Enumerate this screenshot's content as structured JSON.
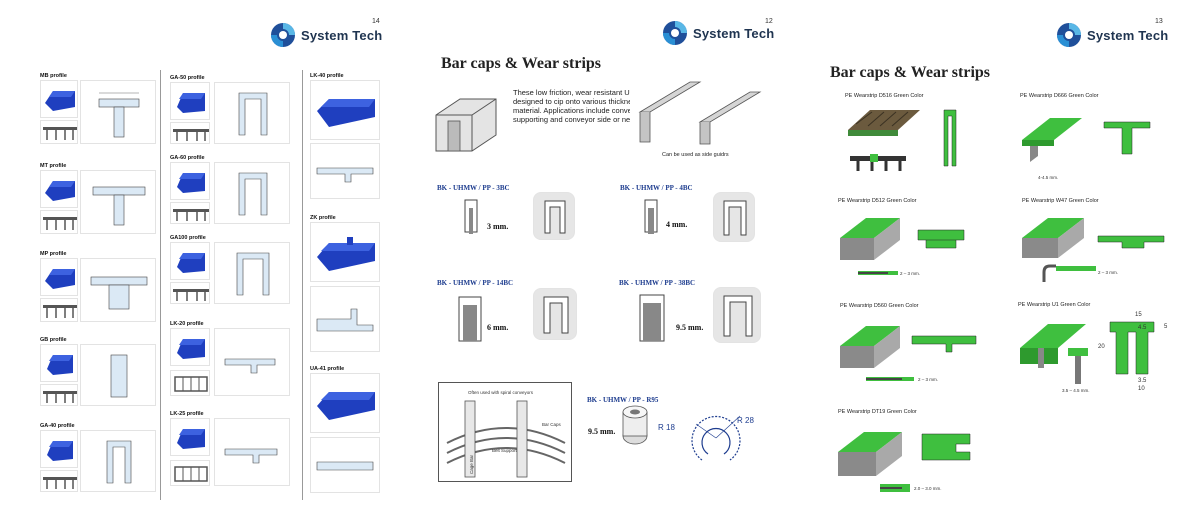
{
  "brand": {
    "name": "System Tech"
  },
  "pages": [
    {
      "number": "14",
      "profiles": {
        "mb": "MB profile",
        "mt": "MT profile",
        "mp": "MP profile",
        "gb": "GB profile",
        "ga40": "GA-40 profile",
        "ga50": "GA-50 profile",
        "ga60": "GA-60 profile",
        "ga100": "GA100 profile",
        "lk20": "LK-20 profile",
        "lk25": "LK-25 profile",
        "lk40": "LK-40 profile",
        "zk": "ZK profile",
        "ua41": "UA-41 profile"
      }
    },
    {
      "number": "12",
      "title": "Bar caps & Wear strips",
      "intro": "These low friction, wear resistant UHMW caps are designed to cip onto various thicknesses of flat bar material. Applications include conveyor belt supporting and conveyor side or neck guides.",
      "guide_caption": "Can be used as side guidrs",
      "spiral_caption": "Often used with spiral conveyors",
      "spiral_labels": {
        "cage_bar": "Cage Bar",
        "bar_caps": "Bar Caps",
        "belt": "Belt Support"
      },
      "products": [
        {
          "name": "BK - UHMW / PP - 3BC",
          "size": "3 mm."
        },
        {
          "name": "BK - UHMW / PP - 4BC",
          "size": "4 mm."
        },
        {
          "name": "BK - UHMW / PP - 14BC",
          "size": "6 mm."
        },
        {
          "name": "BK - UHMW / PP - 38BC",
          "size": "9.5 mm."
        },
        {
          "name": "BK - UHMW / PP - R95",
          "size": "9.5 mm.",
          "r1": "R 18",
          "r2": "R 28"
        }
      ]
    },
    {
      "number": "13",
      "title": "Bar caps & Wear strips",
      "items": [
        {
          "name": "PE Wearstrip D516 Green Color"
        },
        {
          "name": "PE Wearstrip D666 Green Color"
        },
        {
          "name": "PE Wearstrip D512 Green Color"
        },
        {
          "name": "PE Wearstrip W47 Green Color"
        },
        {
          "name": "PE Wearstrip D560 Green Color"
        },
        {
          "name": "PE Wearstrip U1 Green Color"
        },
        {
          "name": "PE Wearstrip DT19 Green Color"
        }
      ],
      "notes": {
        "d512": "2 – 3 mm.",
        "w47": "2 – 3 mm.",
        "d560": "2 – 3 mm.",
        "dt19": "2.0 – 3.0 mm.",
        "d666": "4-4.5 mm.",
        "u1": "3.5 – 4.5 mm."
      },
      "dims": {
        "u1_top": "15",
        "u1_mid": "4.5",
        "u1_side": "5",
        "u1_h": "20",
        "u1_b1": "3.5",
        "u1_b2": "10"
      }
    }
  ],
  "colors": {
    "brand_blue": "#1f3450",
    "profile_blue": "#1f3fbf",
    "wear_green": "#3fbf3f",
    "heading_blue": "#1e3d8f"
  }
}
